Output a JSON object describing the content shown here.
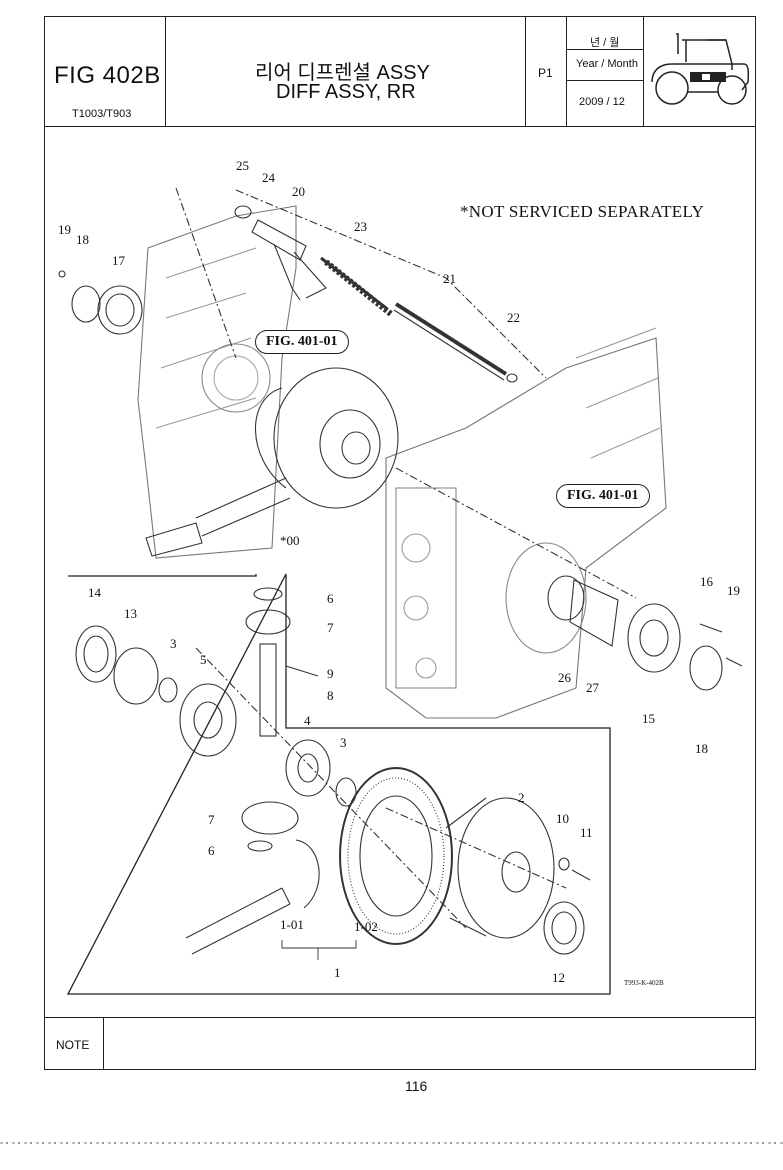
{
  "header": {
    "fig_code": "FIG 402B",
    "model": "T1003/T903",
    "title_ko": "리어 디프렌셜 ASSY",
    "title_en": "DIFF ASSY, RR",
    "page_id": "P1",
    "year_month_ko": "년 / 월",
    "year_month_en": "Year / Month",
    "year_month_value": "2009 / 12",
    "logo_icon": "tractor-icon"
  },
  "drawing": {
    "annotation": "*NOT SERVICED SEPARATELY",
    "fig_refs": [
      "FIG. 401-01",
      "FIG. 401-01"
    ],
    "drawing_code": "T993-K-402B",
    "callouts": [
      "25",
      "24",
      "20",
      "23",
      "19",
      "18",
      "17",
      "21",
      "22",
      "*00",
      "16",
      "19",
      "14",
      "13",
      "6",
      "7",
      "3",
      "5",
      "9",
      "8",
      "26",
      "27",
      "15",
      "18",
      "4",
      "3",
      "2",
      "7",
      "10",
      "11",
      "6",
      "1-01",
      "1-02",
      "12",
      "1"
    ]
  },
  "footer": {
    "note_label": "NOTE",
    "page_number": "116"
  }
}
